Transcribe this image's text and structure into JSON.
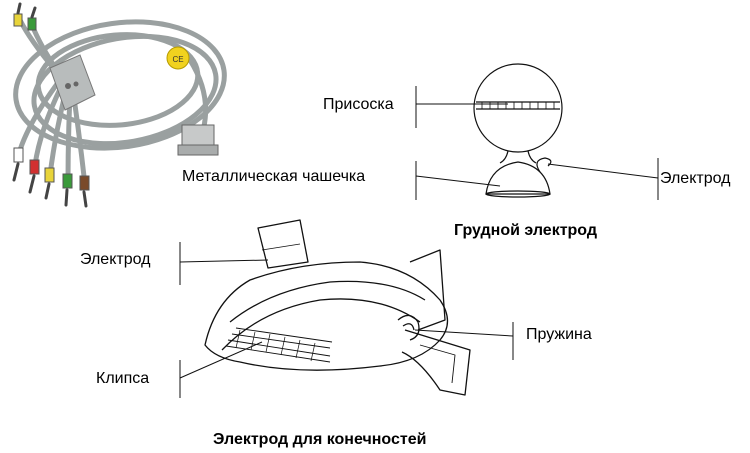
{
  "chest_electrode": {
    "label_suction_bulb": "Присоска",
    "label_metal_cup": "Металлическая чашечка",
    "label_electrode": "Электрод",
    "caption": "Грудной электрод"
  },
  "limb_electrode": {
    "label_electrode": "Электрод",
    "label_clip": "Клипса",
    "label_spring": "Пружина",
    "caption": "Электрод для конечностей"
  }
}
